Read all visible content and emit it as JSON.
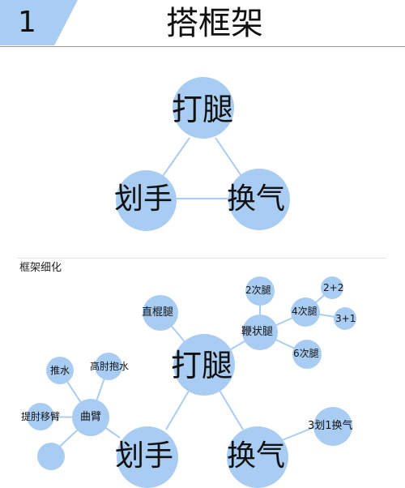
{
  "header": {
    "number": "1",
    "title": "搭框架"
  },
  "top_diagram": {
    "nodes": {
      "dadui": "打腿",
      "huashou": "划手",
      "huanqi": "换气"
    }
  },
  "section2": {
    "label": "框架细化",
    "nodes": {
      "dadui": "打腿",
      "zhigundui": "直棍腿",
      "bianzhuangdui": "鞭状腿",
      "ercidui": "2次腿",
      "sicidui": "4次腿",
      "liucidui": "6次腿",
      "two_plus_two": "2+2",
      "three_plus_one": "3+1",
      "qubi": "曲臂",
      "tuishui": "推水",
      "gaozhoubaoshui": "高肘抱水",
      "tizhouyibi": "提肘移臂",
      "huashou": "划手",
      "huanqi": "换气",
      "three_one_huanqi": "3划1换气"
    }
  },
  "colors": {
    "node_fill": "#a9cdf2",
    "connector": "#a9cdf2",
    "header_accent": "#a9cdf2"
  }
}
